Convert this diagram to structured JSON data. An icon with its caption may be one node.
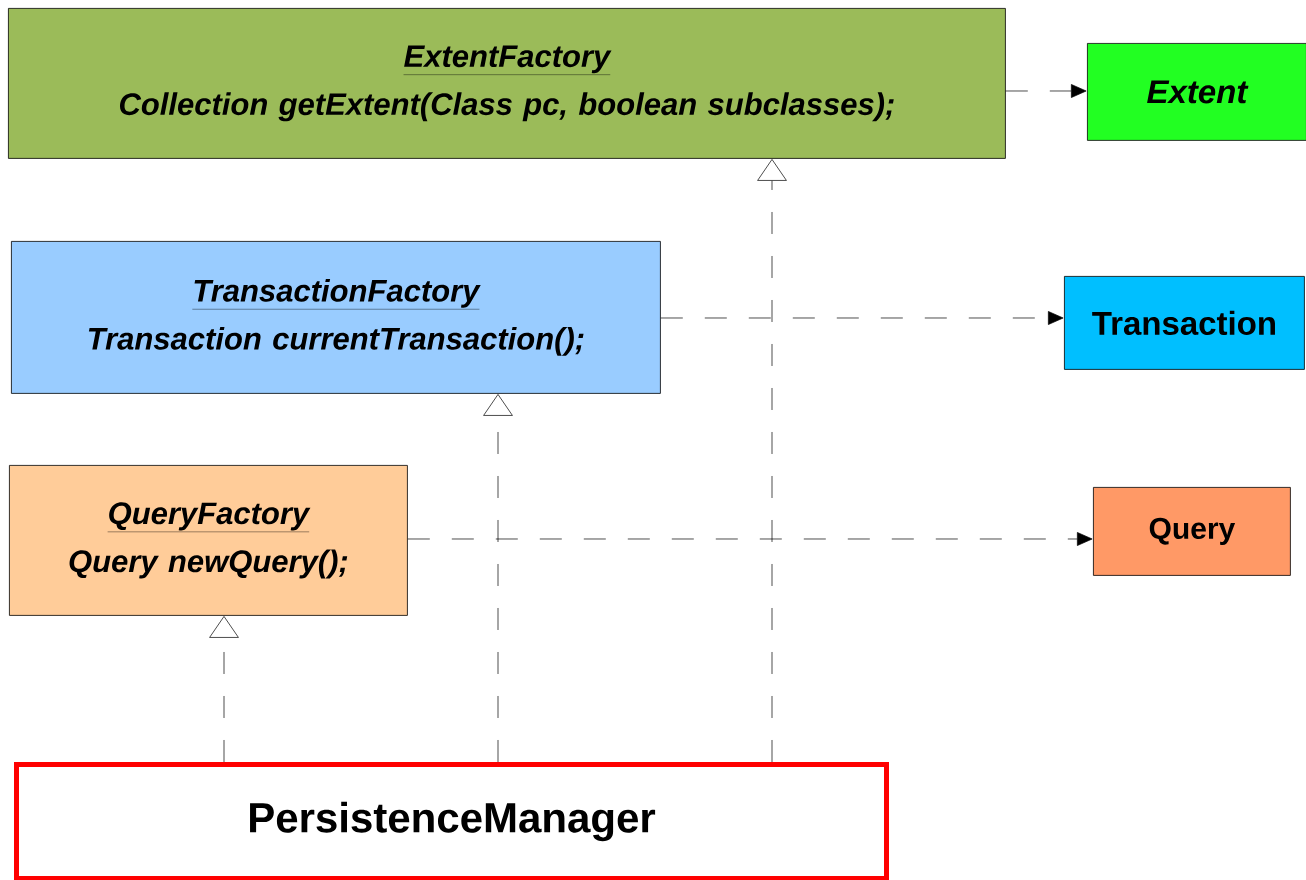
{
  "diagram": {
    "nodes": [
      {
        "text": [
          "ExtentFactory",
          "Collection getExtent(Class pc, boolean subclasses);"
        ]
      },
      {
        "text": [
          "Extent"
        ]
      },
      {
        "text": [
          "TransactionFactory",
          "Transaction currentTransaction();"
        ]
      },
      {
        "text": [
          "Transaction"
        ]
      },
      {
        "text": [
          "QueryFactory",
          "Query newQuery();"
        ]
      },
      {
        "text": [
          "Query"
        ]
      },
      {
        "text": [
          "PersistenceManager"
        ]
      }
    ],
    "edges": [
      {
        "from": 0,
        "to": 1,
        "arrow": "to",
        "style": "dashed"
      },
      {
        "from": 2,
        "to": 3,
        "arrow": "to",
        "style": "dashed"
      },
      {
        "from": 4,
        "to": 5,
        "arrow": "to",
        "style": "dashed"
      },
      {
        "from": 6,
        "to": 4,
        "arrow": "to",
        "style": "dashed"
      },
      {
        "from": 6,
        "to": 2,
        "arrow": "to",
        "style": "dashed"
      },
      {
        "from": 6,
        "to": 0,
        "arrow": "to",
        "style": "dashed"
      }
    ]
  }
}
